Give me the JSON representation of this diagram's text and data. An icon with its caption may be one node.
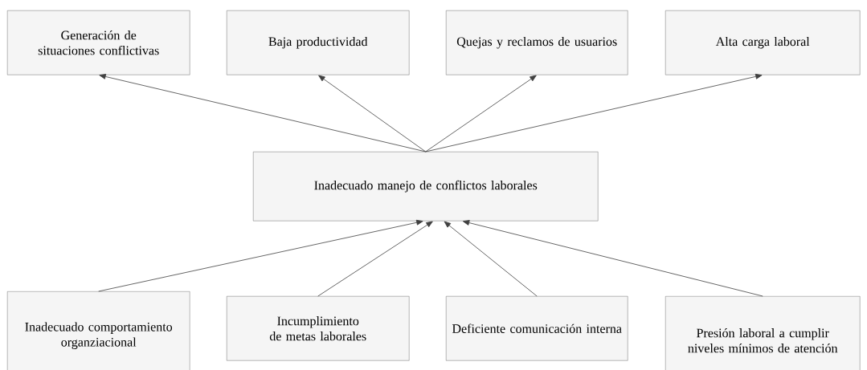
{
  "diagram": {
    "nodes": [
      {
        "text": [
          "Generación de situaciones conflictivas"
        ]
      },
      {
        "text": [
          "Baja productividad"
        ]
      },
      {
        "text": [
          "Quejas y reclamos de usuarios"
        ]
      },
      {
        "text": [
          "Alta carga laboral"
        ]
      },
      {
        "text": [
          "Inadecuado manejo de conflictos laborales"
        ]
      },
      {
        "text": [
          "Inadecuado comportamiento organziacional"
        ]
      },
      {
        "text": [
          "Incumplimiento de metas laborales"
        ]
      },
      {
        "text": [
          "Deficiente comunicación interna"
        ]
      },
      {
        "text": [
          "Presión laboral a cumplir  niveles mínimos de atención"
        ]
      }
    ],
    "edges": [
      {
        "from": 4,
        "to": 0,
        "arrow": "to"
      },
      {
        "from": 4,
        "to": 1,
        "arrow": "to"
      },
      {
        "from": 4,
        "to": 2,
        "arrow": "to"
      },
      {
        "from": 4,
        "to": 3,
        "arrow": "to"
      },
      {
        "from": 5,
        "to": 4,
        "arrow": "to"
      },
      {
        "from": 6,
        "to": 4,
        "arrow": "to"
      },
      {
        "from": 7,
        "to": 4,
        "arrow": "to"
      },
      {
        "from": 8,
        "to": 4,
        "arrow": "to"
      }
    ]
  }
}
